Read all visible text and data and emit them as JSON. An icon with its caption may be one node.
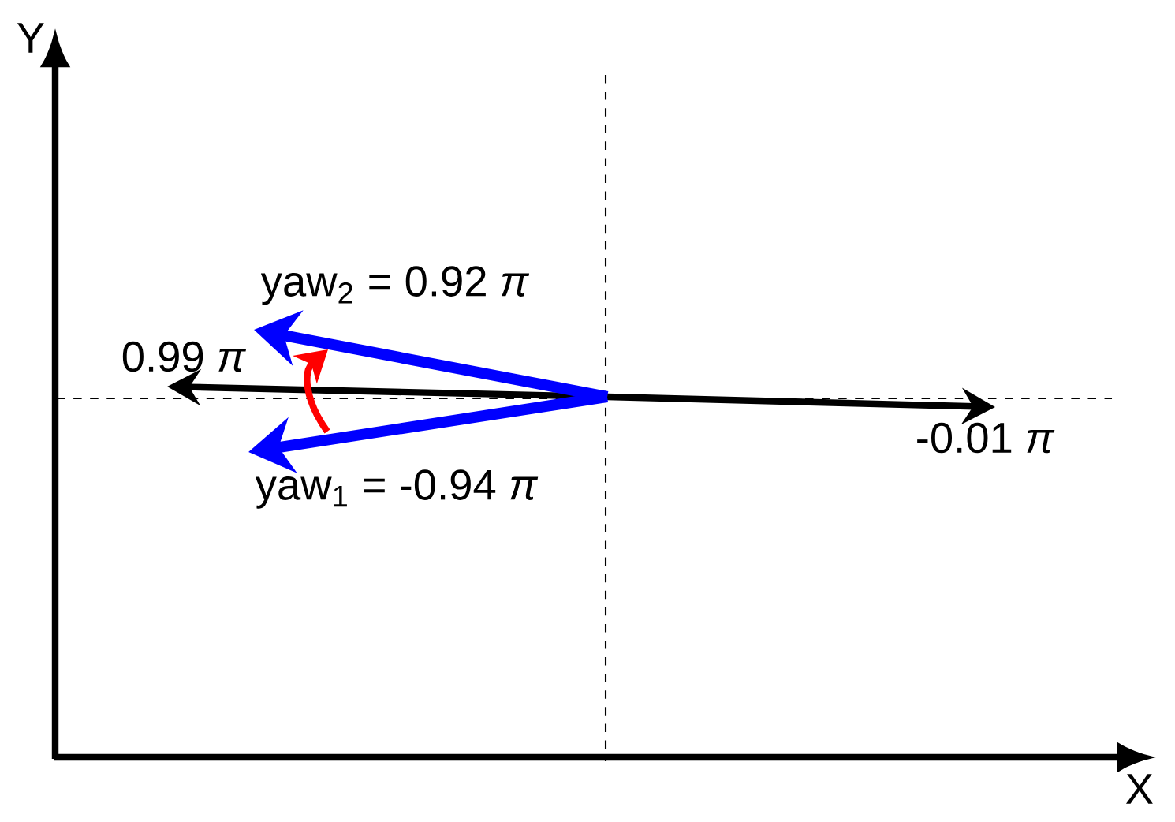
{
  "diagram": {
    "labels": [
      "Y",
      "yaw$_{2}$ = 0.92 *π*",
      "0.99 *π*",
      "-0.01 *π*",
      "yaw$_{1}$ = -0.94 *π*",
      "X"
    ]
  }
}
